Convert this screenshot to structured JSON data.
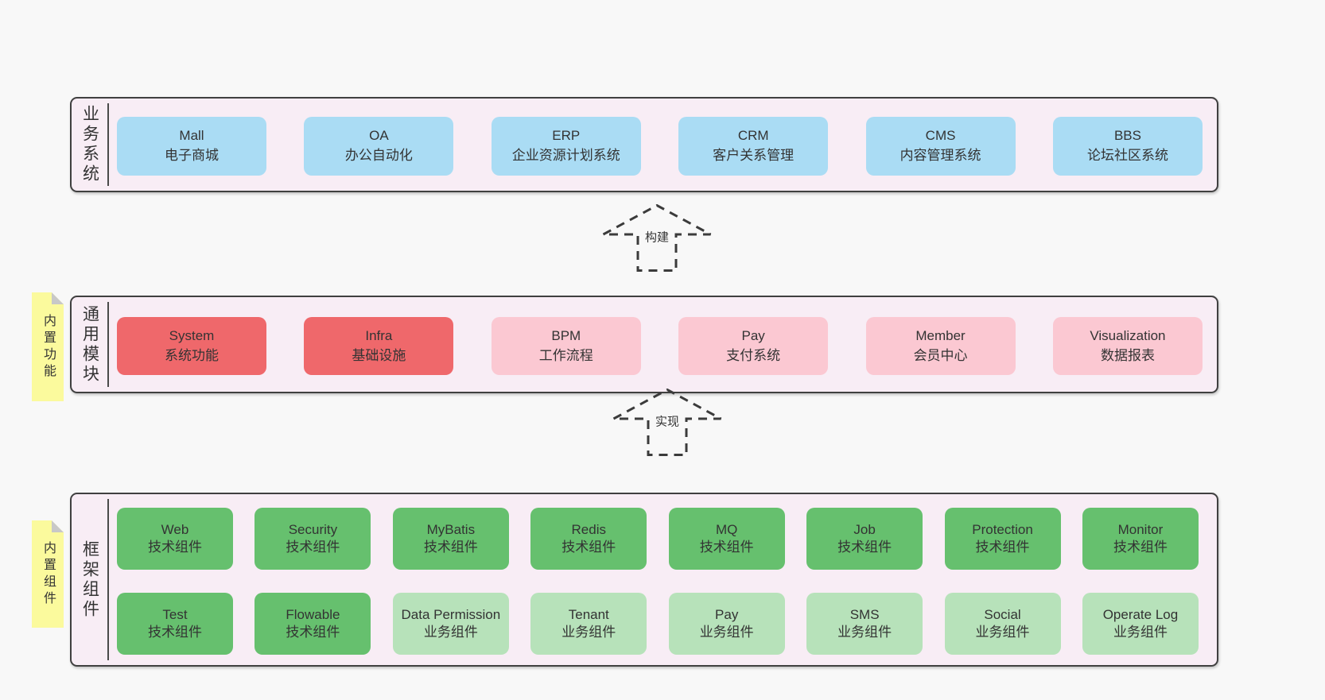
{
  "palette": {
    "page_bg": "#f8f8f8",
    "layer_bg": "#f8edf5",
    "layer_border": "#404040",
    "blue_box": "#aadcf4",
    "red_box": "#ef686b",
    "pink_box": "#fbc8d2",
    "green_dark_box": "#66c06e",
    "green_light_box": "#b7e2ba",
    "sticky_yellow": "#fbfa9d",
    "sticky_fold_gray": "#c8c8c8",
    "text": "#333333"
  },
  "arrows": [
    {
      "label": "构建"
    },
    {
      "label": "实现"
    }
  ],
  "layers": [
    {
      "label": "业务系统",
      "boxes": [
        {
          "name": "Mall",
          "subtitle": "电子商城"
        },
        {
          "name": "OA",
          "subtitle": "办公自动化"
        },
        {
          "name": "ERP",
          "subtitle": "企业资源计划系统"
        },
        {
          "name": "CRM",
          "subtitle": "客户关系管理"
        },
        {
          "name": "CMS",
          "subtitle": "内容管理系统"
        },
        {
          "name": "BBS",
          "subtitle": "论坛社区系统"
        }
      ]
    },
    {
      "label": "通用模块",
      "sticky": "内置功能",
      "boxes": [
        {
          "name": "System",
          "subtitle": "系统功能"
        },
        {
          "name": "Infra",
          "subtitle": "基础设施"
        },
        {
          "name": "BPM",
          "subtitle": "工作流程"
        },
        {
          "name": "Pay",
          "subtitle": "支付系统"
        },
        {
          "name": "Member",
          "subtitle": "会员中心"
        },
        {
          "name": "Visualization",
          "subtitle": "数据报表"
        }
      ]
    },
    {
      "label": "框架组件",
      "sticky": "内置组件",
      "boxes": [
        {
          "name": "Web",
          "subtitle": "技术组件"
        },
        {
          "name": "Security",
          "subtitle": "技术组件"
        },
        {
          "name": "MyBatis",
          "subtitle": "技术组件"
        },
        {
          "name": "Redis",
          "subtitle": "技术组件"
        },
        {
          "name": "MQ",
          "subtitle": "技术组件"
        },
        {
          "name": "Job",
          "subtitle": "技术组件"
        },
        {
          "name": "Protection",
          "subtitle": "技术组件"
        },
        {
          "name": "Monitor",
          "subtitle": "技术组件"
        },
        {
          "name": "Test",
          "subtitle": "技术组件"
        },
        {
          "name": "Flowable",
          "subtitle": "技术组件"
        },
        {
          "name": "Data Permission",
          "subtitle": "业务组件"
        },
        {
          "name": "Tenant",
          "subtitle": "业务组件"
        },
        {
          "name": "Pay",
          "subtitle": "业务组件"
        },
        {
          "name": "SMS",
          "subtitle": "业务组件"
        },
        {
          "name": "Social",
          "subtitle": "业务组件"
        },
        {
          "name": "Operate Log",
          "subtitle": "业务组件"
        }
      ]
    }
  ]
}
